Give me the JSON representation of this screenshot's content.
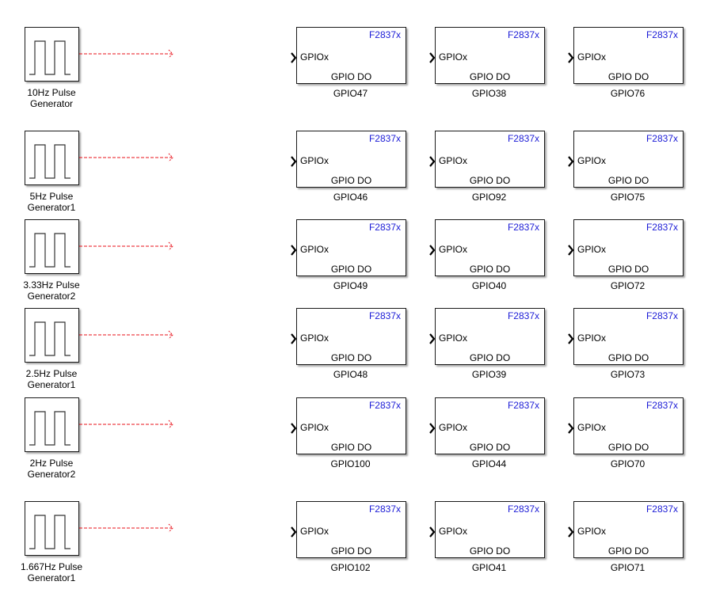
{
  "diagram": {
    "title": "",
    "colors": {
      "signal_line": "#e8101a",
      "chip_label": "#1b1bd6",
      "block_border": "#1a1a1a"
    },
    "rows": [
      {
        "pulse": {
          "name_line1": "10Hz Pulse",
          "name_line2": "Generator",
          "icon": "pulse-wave-icon"
        },
        "gpio_blocks": [
          {
            "chip": "F2837x",
            "port": "GPIOx",
            "type": "GPIO DO",
            "name": "GPIO47"
          },
          {
            "chip": "F2837x",
            "port": "GPIOx",
            "type": "GPIO DO",
            "name": "GPIO38"
          },
          {
            "chip": "F2837x",
            "port": "GPIOx",
            "type": "GPIO DO",
            "name": "GPIO76"
          }
        ]
      },
      {
        "pulse": {
          "name_line1": "5Hz Pulse",
          "name_line2": "Generator1",
          "icon": "pulse-wave-icon"
        },
        "gpio_blocks": [
          {
            "chip": "F2837x",
            "port": "GPIOx",
            "type": "GPIO DO",
            "name": "GPIO46"
          },
          {
            "chip": "F2837x",
            "port": "GPIOx",
            "type": "GPIO DO",
            "name": "GPIO92"
          },
          {
            "chip": "F2837x",
            "port": "GPIOx",
            "type": "GPIO DO",
            "name": "GPIO75"
          }
        ]
      },
      {
        "pulse": {
          "name_line1": "3.33Hz Pulse",
          "name_line2": "Generator2",
          "icon": "pulse-wave-icon"
        },
        "gpio_blocks": [
          {
            "chip": "F2837x",
            "port": "GPIOx",
            "type": "GPIO DO",
            "name": "GPIO49"
          },
          {
            "chip": "F2837x",
            "port": "GPIOx",
            "type": "GPIO DO",
            "name": "GPIO40"
          },
          {
            "chip": "F2837x",
            "port": "GPIOx",
            "type": "GPIO DO",
            "name": "GPIO72"
          }
        ]
      },
      {
        "pulse": {
          "name_line1": "2.5Hz Pulse",
          "name_line2": "Generator1",
          "icon": "pulse-wave-icon"
        },
        "gpio_blocks": [
          {
            "chip": "F2837x",
            "port": "GPIOx",
            "type": "GPIO DO",
            "name": "GPIO48"
          },
          {
            "chip": "F2837x",
            "port": "GPIOx",
            "type": "GPIO DO",
            "name": "GPIO39"
          },
          {
            "chip": "F2837x",
            "port": "GPIOx",
            "type": "GPIO DO",
            "name": "GPIO73"
          }
        ]
      },
      {
        "pulse": {
          "name_line1": "2Hz Pulse",
          "name_line2": "Generator2",
          "icon": "pulse-wave-icon"
        },
        "gpio_blocks": [
          {
            "chip": "F2837x",
            "port": "GPIOx",
            "type": "GPIO DO",
            "name": "GPIO100"
          },
          {
            "chip": "F2837x",
            "port": "GPIOx",
            "type": "GPIO DO",
            "name": "GPIO44"
          },
          {
            "chip": "F2837x",
            "port": "GPIOx",
            "type": "GPIO DO",
            "name": "GPIO70"
          }
        ]
      },
      {
        "pulse": {
          "name_line1": "1.667Hz Pulse",
          "name_line2": "Generator1",
          "icon": "pulse-wave-icon"
        },
        "gpio_blocks": [
          {
            "chip": "F2837x",
            "port": "GPIOx",
            "type": "GPIO DO",
            "name": "GPIO102"
          },
          {
            "chip": "F2837x",
            "port": "GPIOx",
            "type": "GPIO DO",
            "name": "GPIO41"
          },
          {
            "chip": "F2837x",
            "port": "GPIOx",
            "type": "GPIO DO",
            "name": "GPIO71"
          }
        ]
      }
    ]
  }
}
